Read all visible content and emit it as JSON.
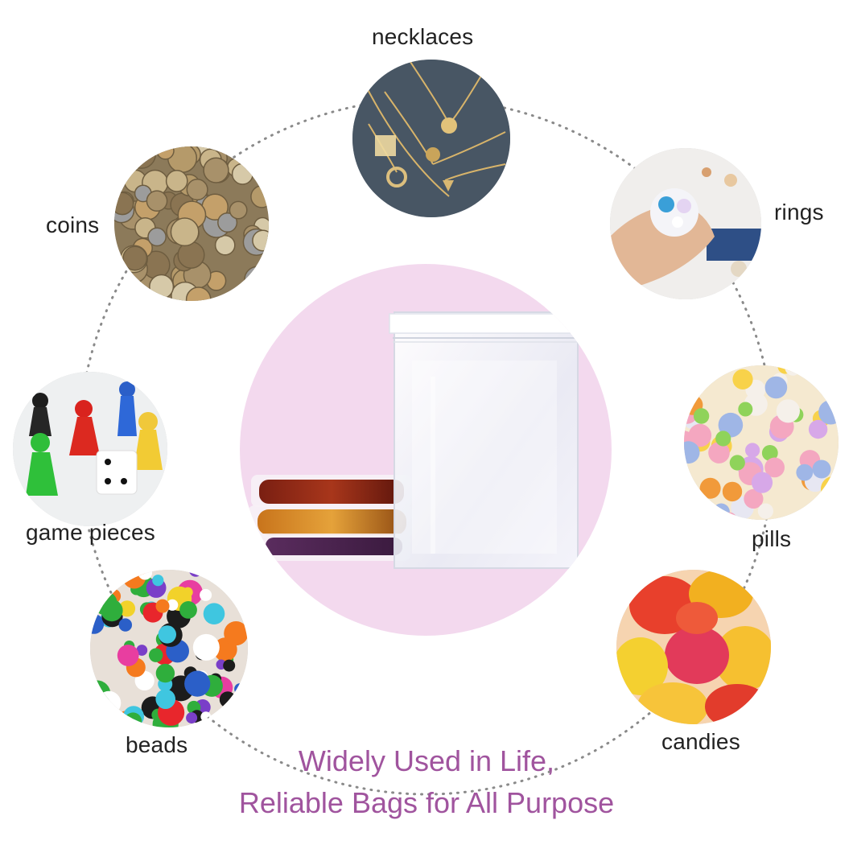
{
  "items": {
    "necklaces": "necklaces",
    "rings": "rings",
    "coins": "coins",
    "game_pieces": "game pieces",
    "pills": "pills",
    "beads": "beads",
    "candies": "candies"
  },
  "caption": {
    "line1": "Widely Used in Life,",
    "line2": "Reliable Bags for All Purpose"
  },
  "colors": {
    "caption": "#a0549e",
    "center_disc": "#f3d9ee",
    "dotted_ring": "#8a8a8a"
  }
}
